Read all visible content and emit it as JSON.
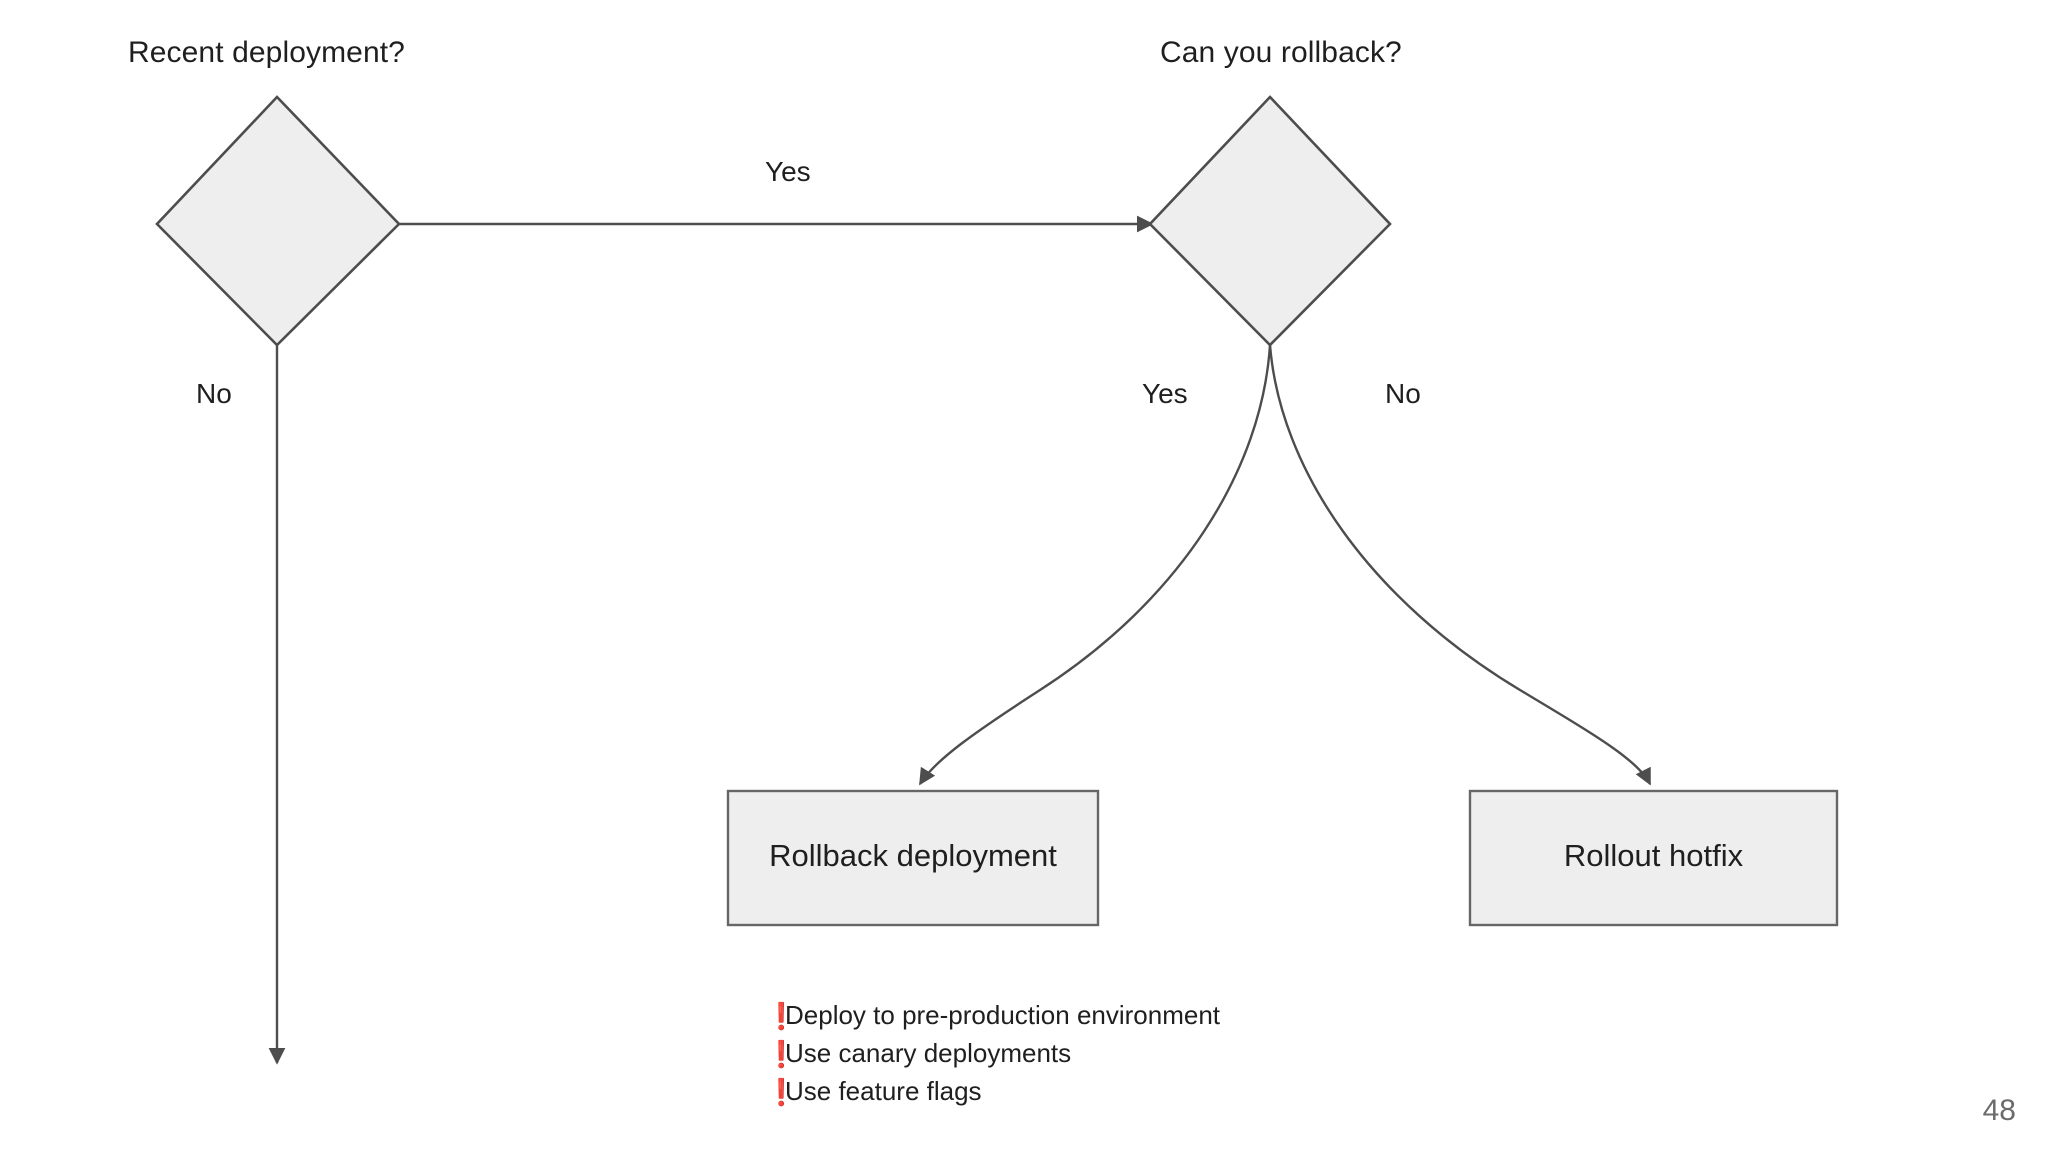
{
  "slide": {
    "page_number": "48",
    "background_color": "#ffffff"
  },
  "diagram": {
    "type": "flowchart",
    "node_fill": "#eeeeee",
    "node_stroke": "#4d4d4d",
    "edge_color": "#4d4d4d",
    "nodes": [
      {
        "id": "d1",
        "shape": "diamond",
        "label": "Recent deployment?",
        "label_position": "above"
      },
      {
        "id": "d2",
        "shape": "diamond",
        "label": "Can you rollback?",
        "label_position": "above"
      },
      {
        "id": "b1",
        "shape": "rect",
        "label": "Rollback deployment"
      },
      {
        "id": "b2",
        "shape": "rect",
        "label": "Rollout hotfix"
      }
    ],
    "edges": [
      {
        "from": "d1",
        "to": "d2",
        "label": "Yes",
        "style": "straight-horizontal"
      },
      {
        "from": "d1",
        "to": "",
        "label": "No",
        "style": "straight-vertical"
      },
      {
        "from": "d2",
        "to": "b1",
        "label": "Yes",
        "style": "curved"
      },
      {
        "from": "d2",
        "to": "b2",
        "label": "No",
        "style": "curved"
      }
    ]
  },
  "notes": {
    "bullet_color": "#e8412f",
    "bullet_glyph": "❗",
    "items": [
      "Deploy to pre-production environment",
      "Use canary deployments",
      "Use feature flags"
    ]
  }
}
